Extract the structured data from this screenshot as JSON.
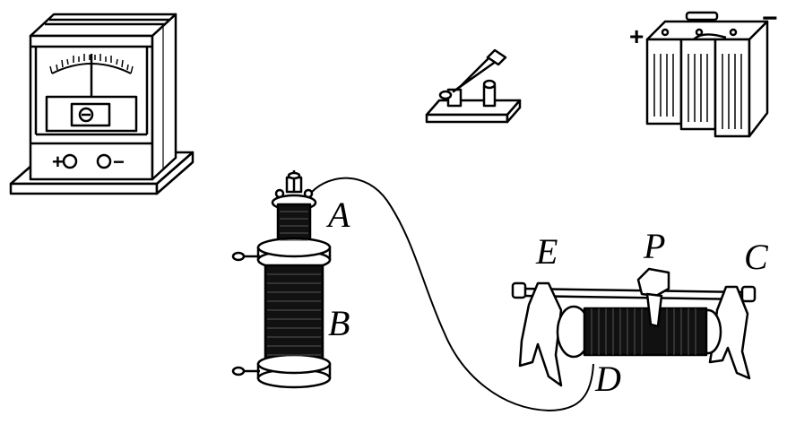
{
  "labels": {
    "A": "A",
    "B": "B",
    "C": "C",
    "D": "D",
    "E": "E",
    "P": "P"
  },
  "battery": {
    "plus": "+",
    "minus": "−"
  },
  "galvanometer": {
    "terminal_plus": "+",
    "terminal_minus": "−"
  },
  "colors": {
    "ink": "#000000",
    "background": "#ffffff"
  },
  "components": [
    {
      "icon": "galvanometer-icon"
    },
    {
      "icon": "knife-switch-icon"
    },
    {
      "icon": "battery-icon"
    },
    {
      "icon": "coil-icon"
    },
    {
      "icon": "rheostat-icon"
    }
  ]
}
